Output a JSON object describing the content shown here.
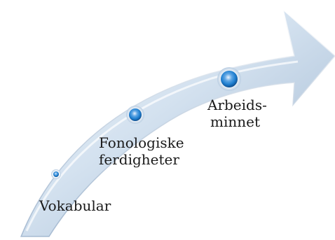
{
  "steps": [
    {
      "lines": [
        "Vokabular"
      ],
      "marker_scale": "small"
    },
    {
      "lines": [
        "Fonologiske",
        "ferdigheter"
      ],
      "marker_scale": "medium"
    },
    {
      "lines": [
        "Arbeids-",
        "minnet"
      ],
      "marker_scale": "large"
    }
  ],
  "colors": {
    "arrow_light": "#eef4fb",
    "arrow_mid": "#b7cbe0",
    "arrow_dark": "#8aa5c3",
    "marker_core": "#1f7fd0",
    "marker_ring": "#cfe0f1",
    "text": "#1a1a1a"
  }
}
